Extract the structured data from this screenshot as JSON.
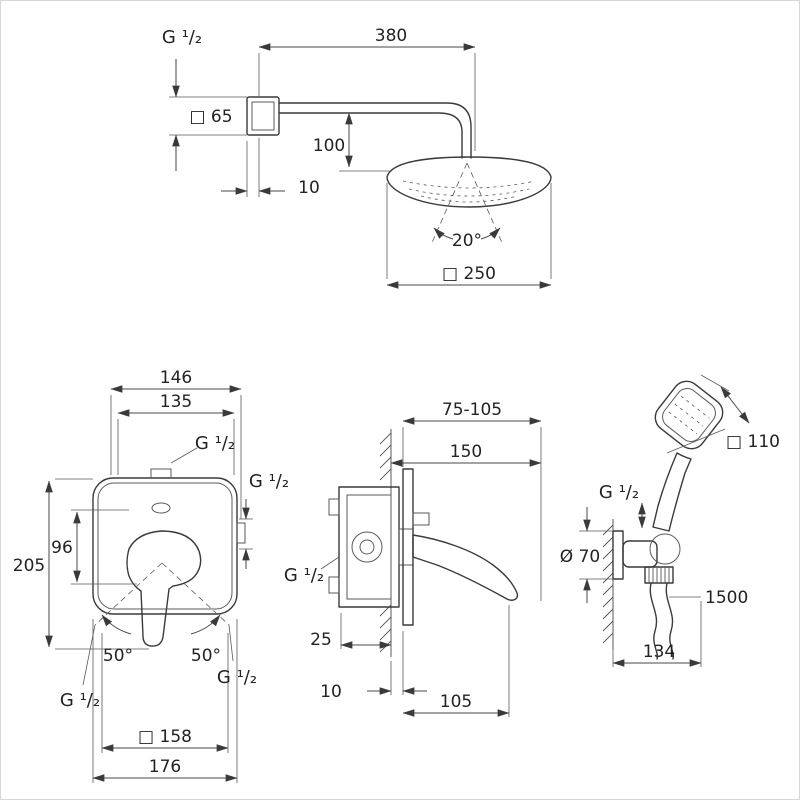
{
  "overhead": {
    "thread": "G ¹/₂",
    "arm_length": "380",
    "flange": "□ 65",
    "drop": "100",
    "wall_offset": "10",
    "spray_angle": "20°",
    "head_width": "□ 250"
  },
  "trim": {
    "width_outer": "146",
    "width_inner": "135",
    "thread_top": "G ¹/₂",
    "thread_right": "G ¹/₂",
    "height_total": "205",
    "height_center": "96",
    "angle_left": "50°",
    "angle_right": "50°",
    "thread_bottom_left": "G ¹/₂",
    "thread_bottom_right": "G ¹/₂",
    "plate_size": "□ 158",
    "width_total": "176"
  },
  "valve": {
    "depth_range": "75-105",
    "depth_total": "150",
    "thread": "G ¹/₂",
    "depth_min": "25",
    "wall_thickness": "10",
    "handle_length": "105"
  },
  "handshower": {
    "head_size": "□ 110",
    "thread": "G ¹/₂",
    "holder_dia": "Ø 70",
    "hose_length": "1500",
    "holder_depth": "134"
  }
}
